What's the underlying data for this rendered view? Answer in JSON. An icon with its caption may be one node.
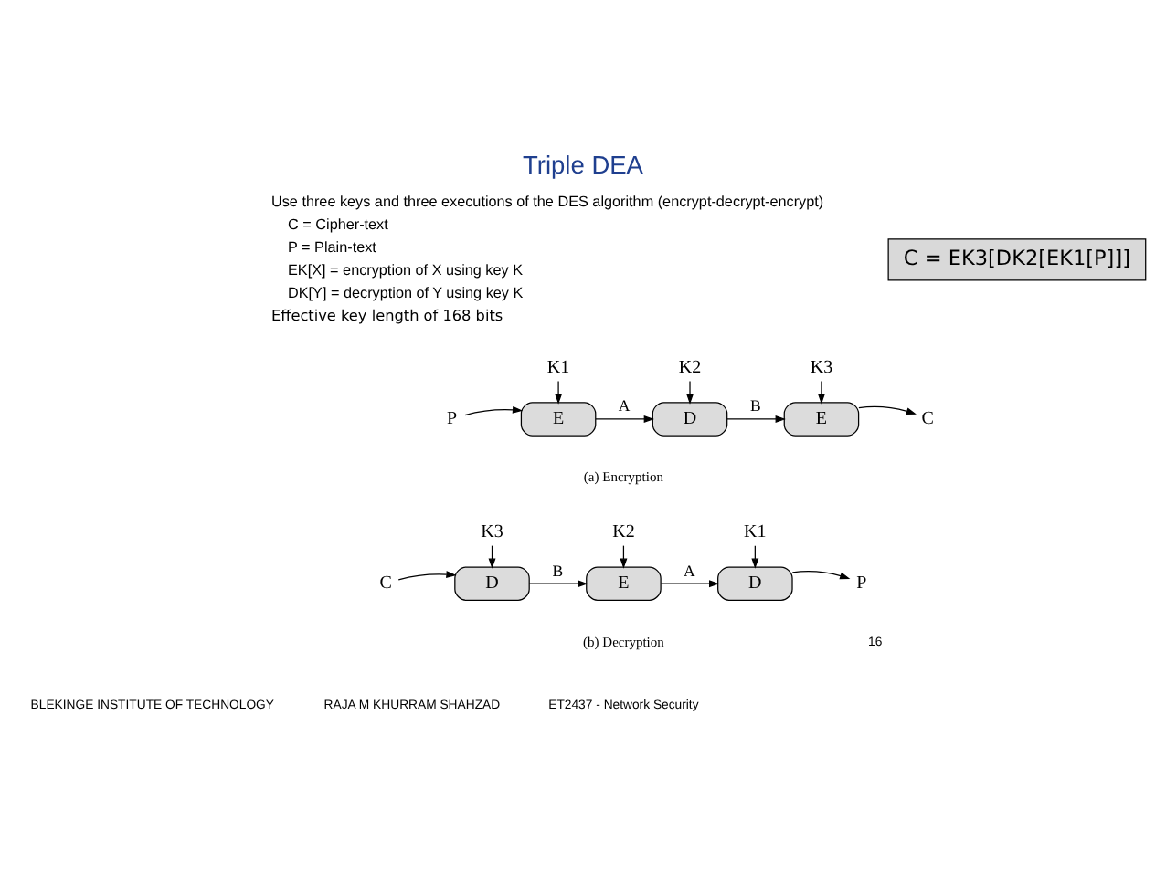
{
  "diagram": {
    "title": "Triple DEA",
    "nodes": [
      {
        "text": [
          "K1"
        ]
      },
      {
        "text": [
          "K2"
        ]
      },
      {
        "text": [
          "K3"
        ]
      },
      {
        "text": [
          "P"
        ]
      },
      {
        "text": [
          "E"
        ]
      },
      {
        "text": [
          "D"
        ]
      },
      {
        "text": [
          "E"
        ]
      },
      {
        "text": [
          "C"
        ]
      },
      {
        "text": [
          "K3"
        ]
      },
      {
        "text": [
          "K2"
        ]
      },
      {
        "text": [
          "K1"
        ]
      },
      {
        "text": [
          "C"
        ]
      },
      {
        "text": [
          "D"
        ]
      },
      {
        "text": [
          "E"
        ]
      },
      {
        "text": [
          "D"
        ]
      },
      {
        "text": [
          "P"
        ]
      },
      {
        "text": [
          "C = EK3[DK2[EK1[P]]]"
        ]
      }
    ],
    "edges": [
      {
        "from": 0,
        "to": 4,
        "arrow": "to"
      },
      {
        "from": 1,
        "to": 5,
        "arrow": "to"
      },
      {
        "from": 2,
        "to": 6,
        "arrow": "to"
      },
      {
        "from": 3,
        "to": 4,
        "arrow": "to"
      },
      {
        "from": 4,
        "to": 5,
        "arrow": "to",
        "label": "A"
      },
      {
        "from": 5,
        "to": 6,
        "arrow": "to",
        "label": "B"
      },
      {
        "from": 6,
        "to": 7,
        "arrow": "to"
      },
      {
        "from": 8,
        "to": 12,
        "arrow": "to"
      },
      {
        "from": 9,
        "to": 13,
        "arrow": "to"
      },
      {
        "from": 10,
        "to": 14,
        "arrow": "to"
      },
      {
        "from": 11,
        "to": 12,
        "arrow": "to"
      },
      {
        "from": 12,
        "to": 13,
        "arrow": "to",
        "label": "B"
      },
      {
        "from": 13,
        "to": 14,
        "arrow": "to",
        "label": "A"
      },
      {
        "from": 14,
        "to": 15,
        "arrow": "to"
      }
    ],
    "labels": [
      "Use three keys and three executions of the DES algorithm (encrypt-decrypt-encrypt)",
      "C = Cipher-text",
      "P = Plain-text",
      "EK[X] = encryption of X using key K",
      "DK[Y] = decryption of Y using key K",
      "Effective key length of 168 bits",
      "(a) Encryption",
      "(b) Decryption",
      "16",
      "ET2437 - Network Security",
      "BLEKINGE INSTITUTE OF TECHNOLOGY",
      "RAJA M KHURRAM SHAHZAD"
    ]
  }
}
